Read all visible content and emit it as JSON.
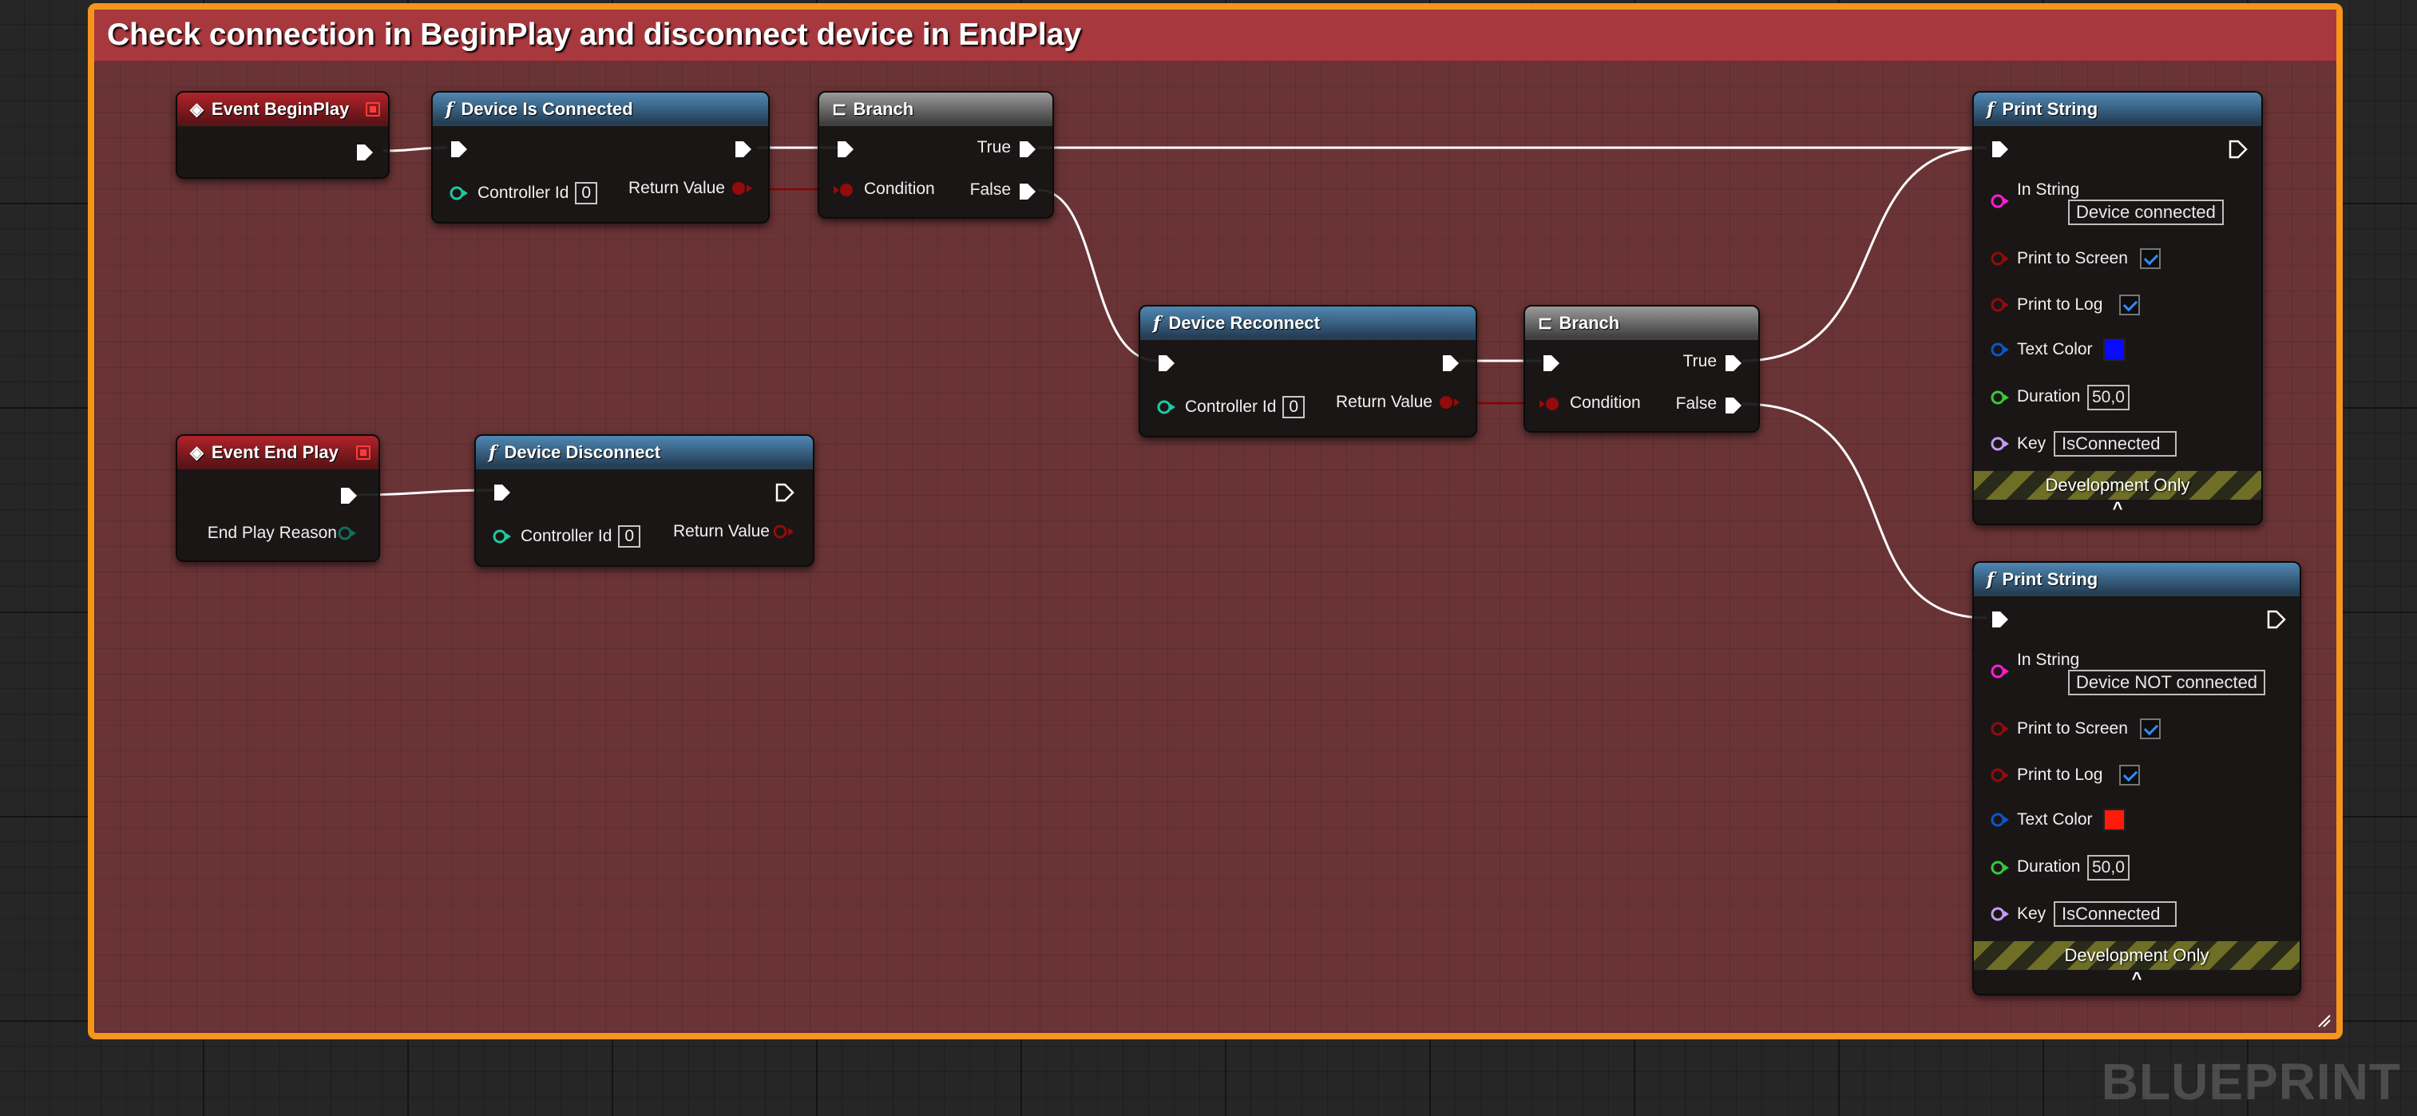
{
  "comment": {
    "title": "Check connection in BeginPlay and disconnect device in EndPlay"
  },
  "nodes": {
    "event_begin_play": {
      "title": "Event BeginPlay"
    },
    "device_is_connected": {
      "title": "Device Is Connected",
      "controller_id_label": "Controller Id",
      "controller_id_value": "0",
      "return_value_label": "Return Value"
    },
    "branch1": {
      "title": "Branch",
      "condition_label": "Condition",
      "true_label": "True",
      "false_label": "False"
    },
    "device_reconnect": {
      "title": "Device Reconnect",
      "controller_id_label": "Controller Id",
      "controller_id_value": "0",
      "return_value_label": "Return Value"
    },
    "branch2": {
      "title": "Branch",
      "condition_label": "Condition",
      "true_label": "True",
      "false_label": "False"
    },
    "print1": {
      "title": "Print String",
      "in_string_label": "In String",
      "in_string_value": "Device connected",
      "print_to_screen_label": "Print to Screen",
      "print_to_screen": true,
      "print_to_log_label": "Print to Log",
      "print_to_log": true,
      "text_color_label": "Text Color",
      "text_color": "#0a0aff",
      "duration_label": "Duration",
      "duration_value": "50,0",
      "key_label": "Key",
      "key_value": "IsConnected",
      "dev_only_label": "Development Only",
      "collapse_glyph": "^"
    },
    "print2": {
      "title": "Print String",
      "in_string_label": "In String",
      "in_string_value": "Device NOT connected",
      "print_to_screen_label": "Print to Screen",
      "print_to_screen": true,
      "print_to_log_label": "Print to Log",
      "print_to_log": true,
      "text_color_label": "Text Color",
      "text_color": "#ff1a0a",
      "duration_label": "Duration",
      "duration_value": "50,0",
      "key_label": "Key",
      "key_value": "IsConnected",
      "dev_only_label": "Development Only",
      "collapse_glyph": "^"
    },
    "event_end_play": {
      "title": "Event End Play",
      "end_play_reason_label": "End Play Reason"
    },
    "device_disconnect": {
      "title": "Device Disconnect",
      "controller_id_label": "Controller Id",
      "controller_id_value": "0",
      "return_value_label": "Return Value"
    }
  },
  "watermark": "BLUEPRINT",
  "colors": {
    "comment_border": "#f5951c",
    "comment_header": "#a7393e",
    "exec_wire": "#ffffff",
    "bool_wire": "#8c0000",
    "bool_pin": "#930b0b",
    "int_pin": "#1fc9a0",
    "string_pin": "#fb1fd0",
    "linear_color_pin": "#0b56c9",
    "float_pin": "#36c93a",
    "name_pin": "#c79bf5",
    "enum_pin": "#0e6f5c"
  },
  "icons": {
    "event": "diamond-event-icon",
    "function": "function-f-icon",
    "branch": "branch-icon"
  }
}
